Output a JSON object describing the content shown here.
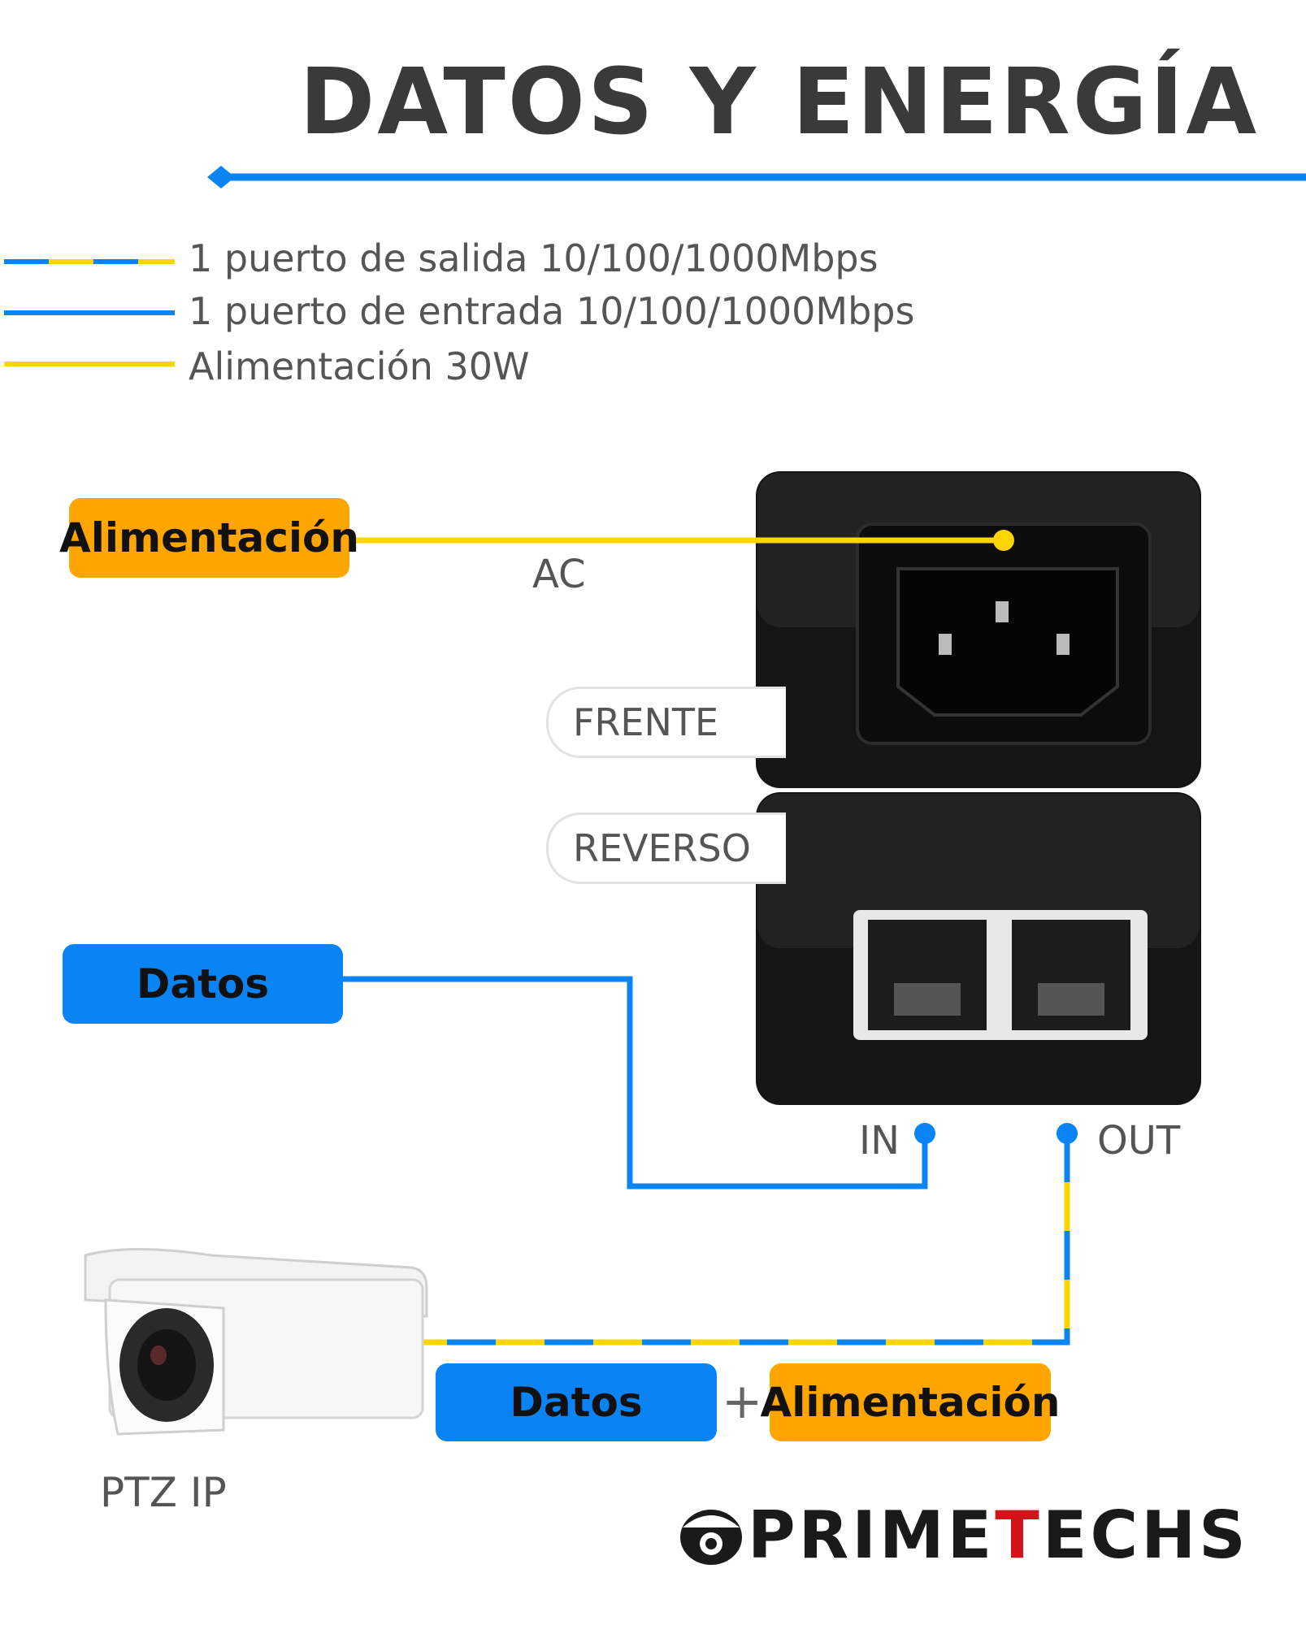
{
  "title": "DATOS Y ENERGÍA",
  "legend": [
    {
      "text": "1 puerto de salida 10/100/1000Mbps",
      "style": "blue-yellow-dashed"
    },
    {
      "text": "1 puerto de entrada 10/100/1000Mbps",
      "style": "blue"
    },
    {
      "text": "Alimentación 30W",
      "style": "yellow"
    }
  ],
  "labels": {
    "power_pill": "Alimentación",
    "data_pill": "Datos",
    "ac": "AC",
    "front": "FRENTE",
    "back": "REVERSO",
    "in": "IN",
    "out": "OUT",
    "combo_data": "Datos",
    "plus": "+",
    "combo_power": "Alimentación",
    "camera": "PTZ IP"
  },
  "brand": {
    "dark1": "PRIME",
    "red": "T",
    "dark2": "ECHS"
  },
  "colors": {
    "blue": "#0a84f5",
    "yellow": "#ffd500",
    "orange": "#ffa500",
    "brand_red": "#d3131b",
    "title": "#3a3a3a"
  },
  "icons": [
    "power-socket-icon",
    "rj45-port-icon",
    "ip-camera-icon",
    "brand-logo-icon"
  ]
}
